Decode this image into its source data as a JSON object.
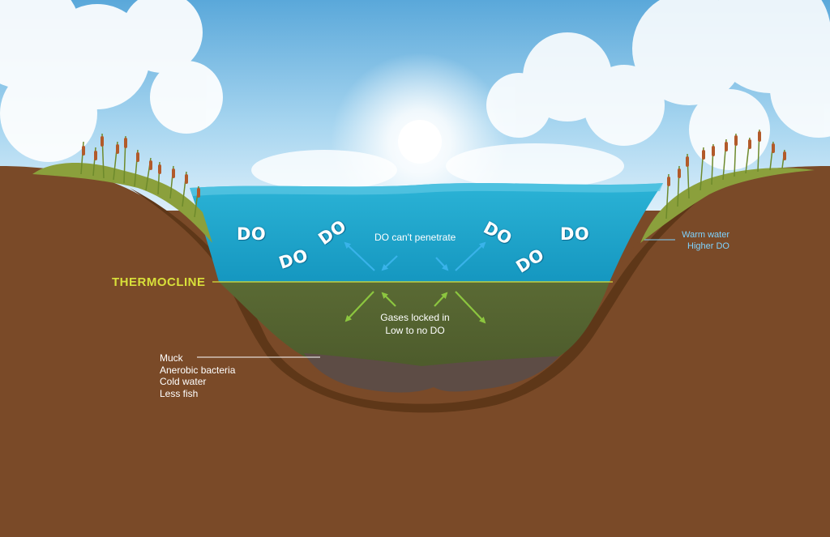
{
  "do_label": "DO",
  "labels": {
    "thermocline": "THERMOCLINE",
    "do_cant_penetrate": "DO can't penetrate",
    "gases_line1": "Gases locked in",
    "gases_line2": "Low to no DO",
    "warm_line1": "Warm water",
    "warm_line2": "Higher DO",
    "bottom_lines": [
      "Muck",
      "Anerobic bacteria",
      "Cold water",
      "Less fish"
    ]
  },
  "colors": {
    "sky": "#6db6e2",
    "upper_water": "#1a9ec6",
    "lower_water": "#556431",
    "soil": "#7a4a28",
    "muck": "#5d4c45",
    "thermocline": "#d8e03a",
    "blue_arrow": "#39b3ea",
    "green_arrow": "#8cc63f"
  },
  "icons": [
    "sun-icon",
    "cloud-icon",
    "cattail-icon",
    "arrow-icon"
  ]
}
